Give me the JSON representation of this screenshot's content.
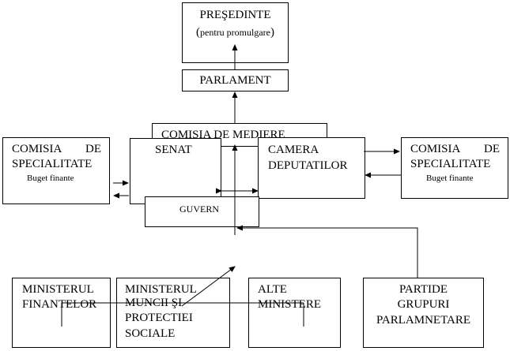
{
  "colors": {
    "line": "#000000",
    "background": "#ffffff"
  },
  "presedinte": {
    "title": "PREŞEDINTE",
    "paren_open": "(",
    "subtitle": "pentru promulgare",
    "paren_close": ")"
  },
  "parlament": {
    "label": "PARLAMENT"
  },
  "comisia_mediere": {
    "label": "COMISIA DE MEDIERE"
  },
  "senat": {
    "label": "SENAT"
  },
  "camera": {
    "line1": "CAMERA",
    "line2": "DEPUTATILOR"
  },
  "guvern": {
    "label": "GUVERN"
  },
  "comisia_stanga": {
    "w1": "COMISIA",
    "w2": "DE",
    "line2": "SPECIALITATE",
    "line3": "Buget finante"
  },
  "comisia_dreapta": {
    "w1": "COMISIA",
    "w2": "DE",
    "line2": "SPECIALITATE",
    "line3": "Buget finante"
  },
  "min_finantelor": {
    "line1": "MINISTERUL",
    "line2": "FINANTELOR"
  },
  "min_muncii": {
    "line1": "MINISTERUL",
    "line2": "MUNCII ŞI",
    "line3": "PROTECTIEI",
    "line4": "SOCIALE"
  },
  "alte_ministere": {
    "line1": "ALTE",
    "line2": "MINISTERE"
  },
  "partide": {
    "line1": "PARTIDE",
    "line2": "GRUPURI",
    "line3": "PARLAMNETARE"
  }
}
